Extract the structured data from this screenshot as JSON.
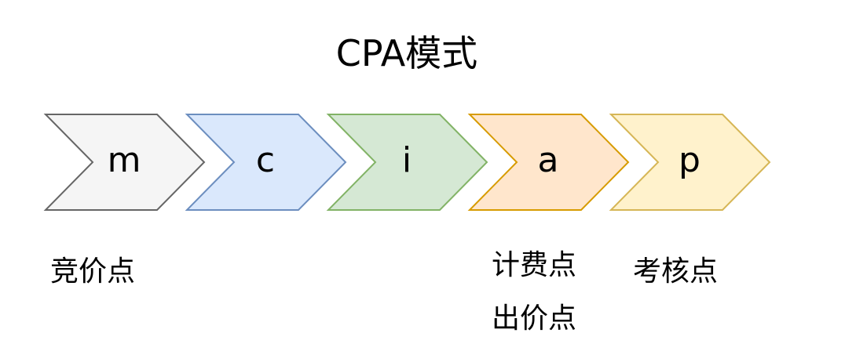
{
  "title": "CPA模式",
  "steps": [
    {
      "label": "m",
      "fill": "#f5f5f5",
      "stroke": "#666666"
    },
    {
      "label": "c",
      "fill": "#dae8fc",
      "stroke": "#6c8ebf"
    },
    {
      "label": "i",
      "fill": "#d5e8d4",
      "stroke": "#82b366"
    },
    {
      "label": "a",
      "fill": "#ffe6cc",
      "stroke": "#d79b00"
    },
    {
      "label": "p",
      "fill": "#fff2cc",
      "stroke": "#d6b656"
    }
  ],
  "notes": {
    "m": "竞价点",
    "a_line1": "计费点",
    "a_line2": "出价点",
    "p": "考核点"
  }
}
